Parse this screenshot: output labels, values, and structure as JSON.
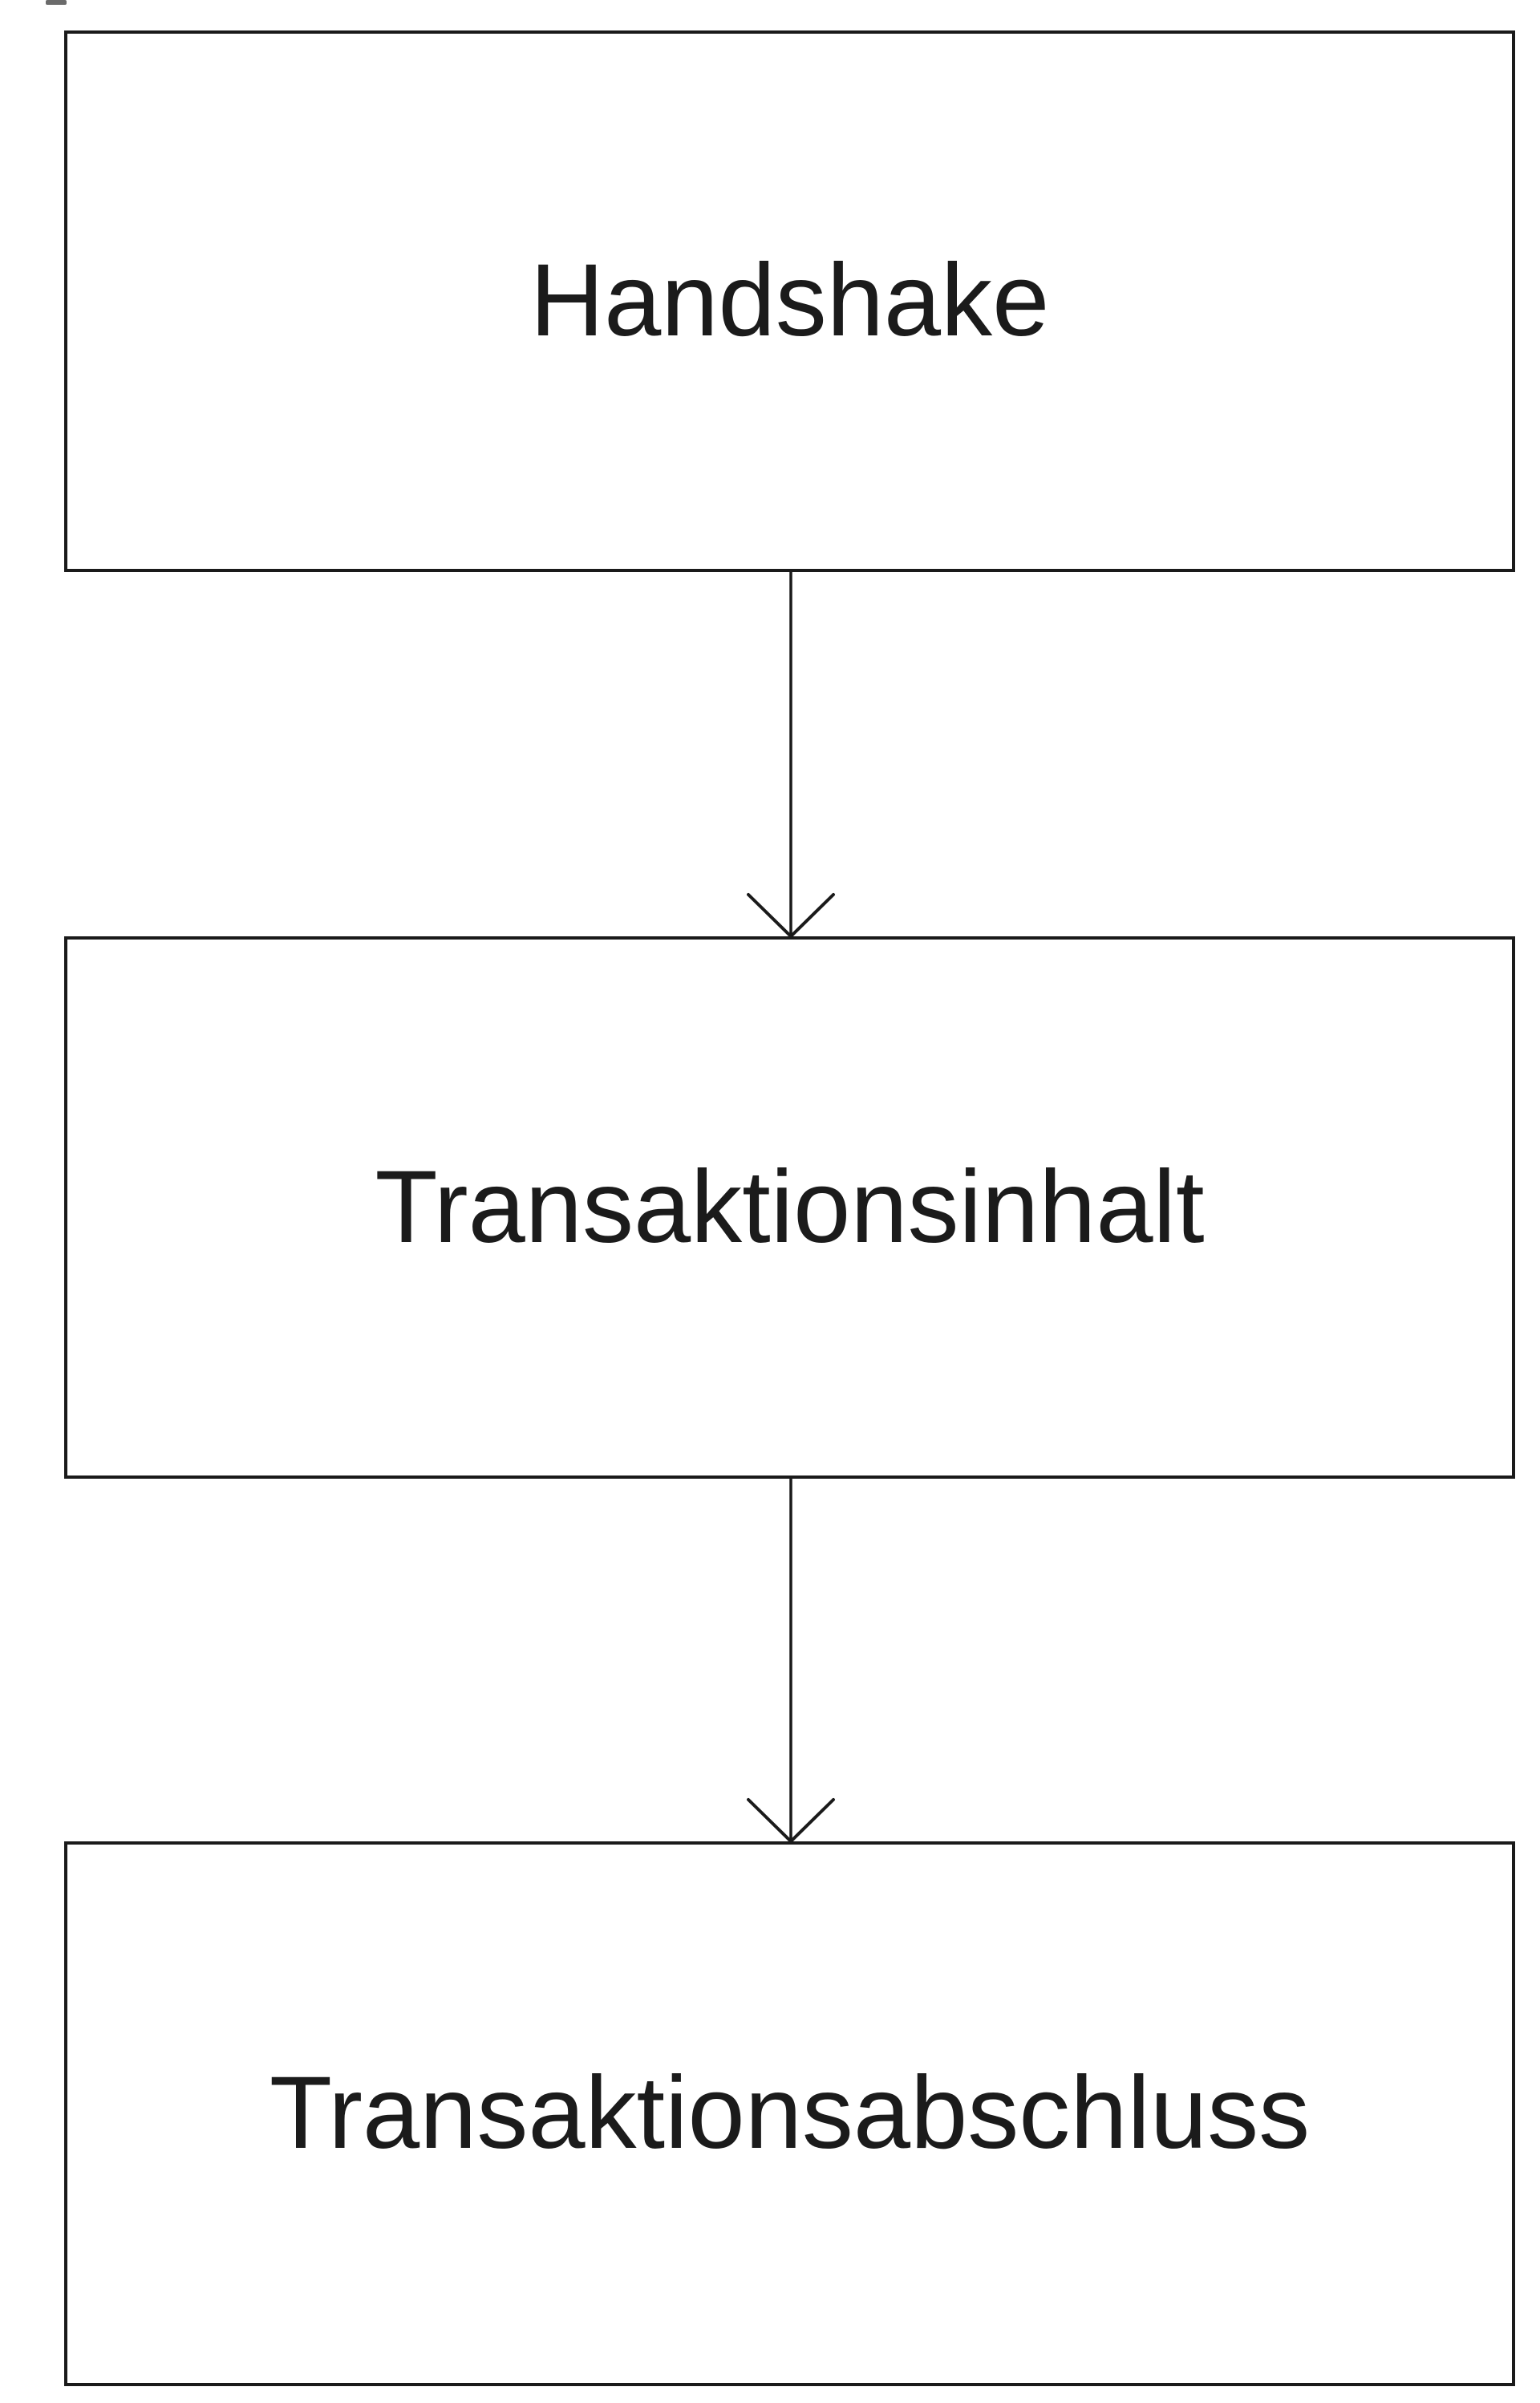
{
  "diagram": {
    "type": "flowchart",
    "direction": "top-down",
    "nodes": [
      {
        "id": "handshake",
        "label": "Handshake"
      },
      {
        "id": "transaktionsinhalt",
        "label": "Transaktionsinhalt"
      },
      {
        "id": "transaktionsabschluss",
        "label": "Transaktionsabschluss"
      }
    ],
    "connectors": [
      {
        "from": "handshake",
        "to": "transaktionsinhalt",
        "style": "open-arrow-down"
      },
      {
        "from": "transaktionsinhalt",
        "to": "transaktionsabschluss",
        "style": "open-arrow-down"
      }
    ],
    "colors": {
      "border": "#1a1a1a",
      "text": "#1b1b1b",
      "background": "#ffffff"
    }
  }
}
